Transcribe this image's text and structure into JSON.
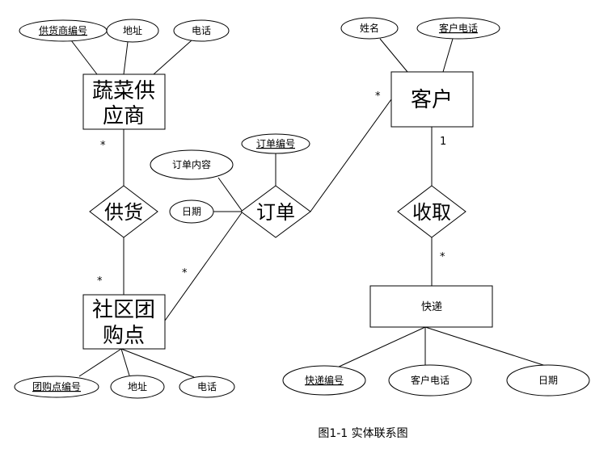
{
  "caption": "图1-1 实体联系图",
  "entities": {
    "supplier": {
      "line1": "蔬菜供",
      "line2": "应商"
    },
    "customer": {
      "label": "客户"
    },
    "group_buy_point": {
      "line1": "社区团",
      "line2": "购点"
    },
    "express": {
      "label": "快递"
    }
  },
  "relationships": {
    "supply": "供货",
    "order": "订单",
    "receive": "收取"
  },
  "attributes": {
    "supplier_id": "供货商编号",
    "supplier_address": "地址",
    "supplier_phone": "电话",
    "customer_name": "姓名",
    "customer_phone": "客户电话",
    "order_content": "订单内容",
    "order_id": "订单编号",
    "order_date": "日期",
    "point_id": "团购点编号",
    "point_address": "地址",
    "point_phone": "电话",
    "express_id": "快递编号",
    "express_customer_phone": "客户电话",
    "express_date": "日期"
  },
  "cardinalities": {
    "supplier_supply": "*",
    "point_supply": "*",
    "point_order": "*",
    "customer_order": "*",
    "customer_receive": "1",
    "express_receive": "*"
  }
}
